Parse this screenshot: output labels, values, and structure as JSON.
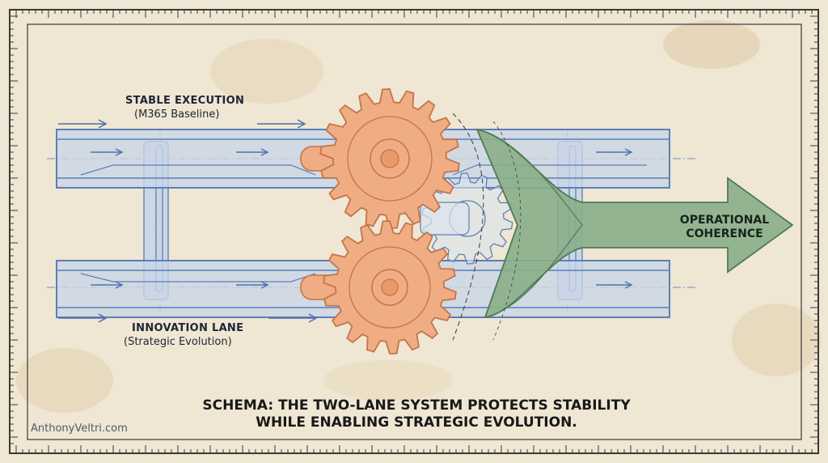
{
  "lanes": {
    "stable": {
      "title": "STABLE EXECUTION",
      "subtitle": "(M365 Baseline)"
    },
    "innovation": {
      "title": "INNOVATION LANE",
      "subtitle": "(Strategic Evolution)"
    }
  },
  "outcome": {
    "line1": "OPERATIONAL",
    "line2": "COHERENCE"
  },
  "caption": {
    "line1": "SCHEMA: THE TWO-LANE SYSTEM PROTECTS STABILITY",
    "line2": "WHILE ENABLING STRATEGIC EVOLUTION."
  },
  "credit": "AnthonyVeltri.com",
  "colors": {
    "paper": "#efe6d3",
    "blueprint_line": "#5b7fb8",
    "rail_fill": "#c9d6e6",
    "gear_fill": "#f0ad84",
    "gear_stroke": "#c4744a",
    "arrow_fill": "#8aae8a",
    "arrow_stroke": "#4f7a55"
  }
}
